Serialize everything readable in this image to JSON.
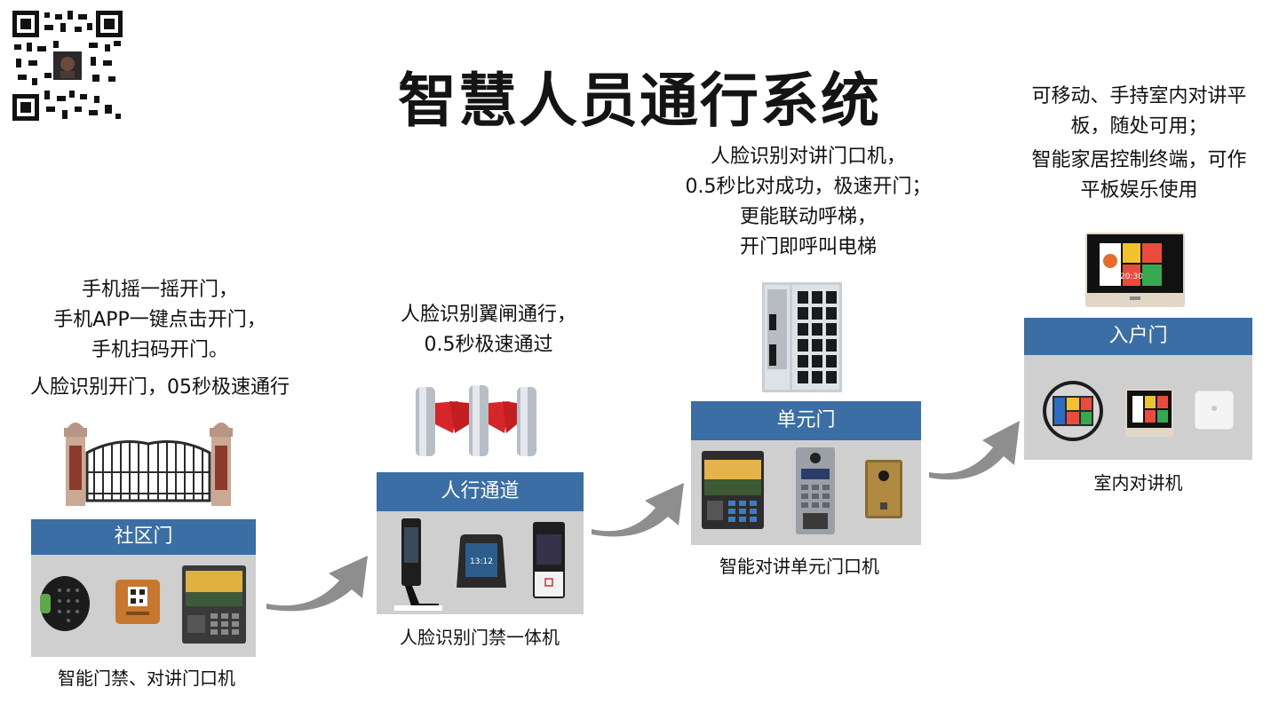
{
  "title": "智慧人员通行系统",
  "colors": {
    "panel_header": "#3a6ea5",
    "panel_body": "#cfcfcf",
    "arrow": "#8e8e8e"
  },
  "stage1": {
    "desc_lines": [
      "手机摇一摇开门，",
      "手机APP一键点击开门，",
      "手机扫码开门。",
      "人脸识别开门，05秒极速通行"
    ],
    "header": "社区门",
    "caption": "智能门禁、对讲门口机"
  },
  "stage2": {
    "desc_lines": [
      "人脸识别翼闸通行，",
      "0.5秒极速通过"
    ],
    "header": "人行通道",
    "caption": "人脸识别门禁一体机",
    "terminal_time": "13:12"
  },
  "stage3": {
    "desc_lines": [
      "人脸识别对讲门口机，",
      "0.5秒比对成功，极速开门；",
      "更能联动呼梯，",
      "开门即呼叫电梯"
    ],
    "header": "单元门",
    "caption": "智能对讲单元门口机"
  },
  "stage4": {
    "desc_lines": [
      "可移动、手持室内对讲平",
      "板，随处可用；",
      "智能家居控制终端，可作",
      "平板娱乐使用"
    ],
    "header": "入户门",
    "caption": "室内对讲机",
    "screen_time": "20:30"
  }
}
